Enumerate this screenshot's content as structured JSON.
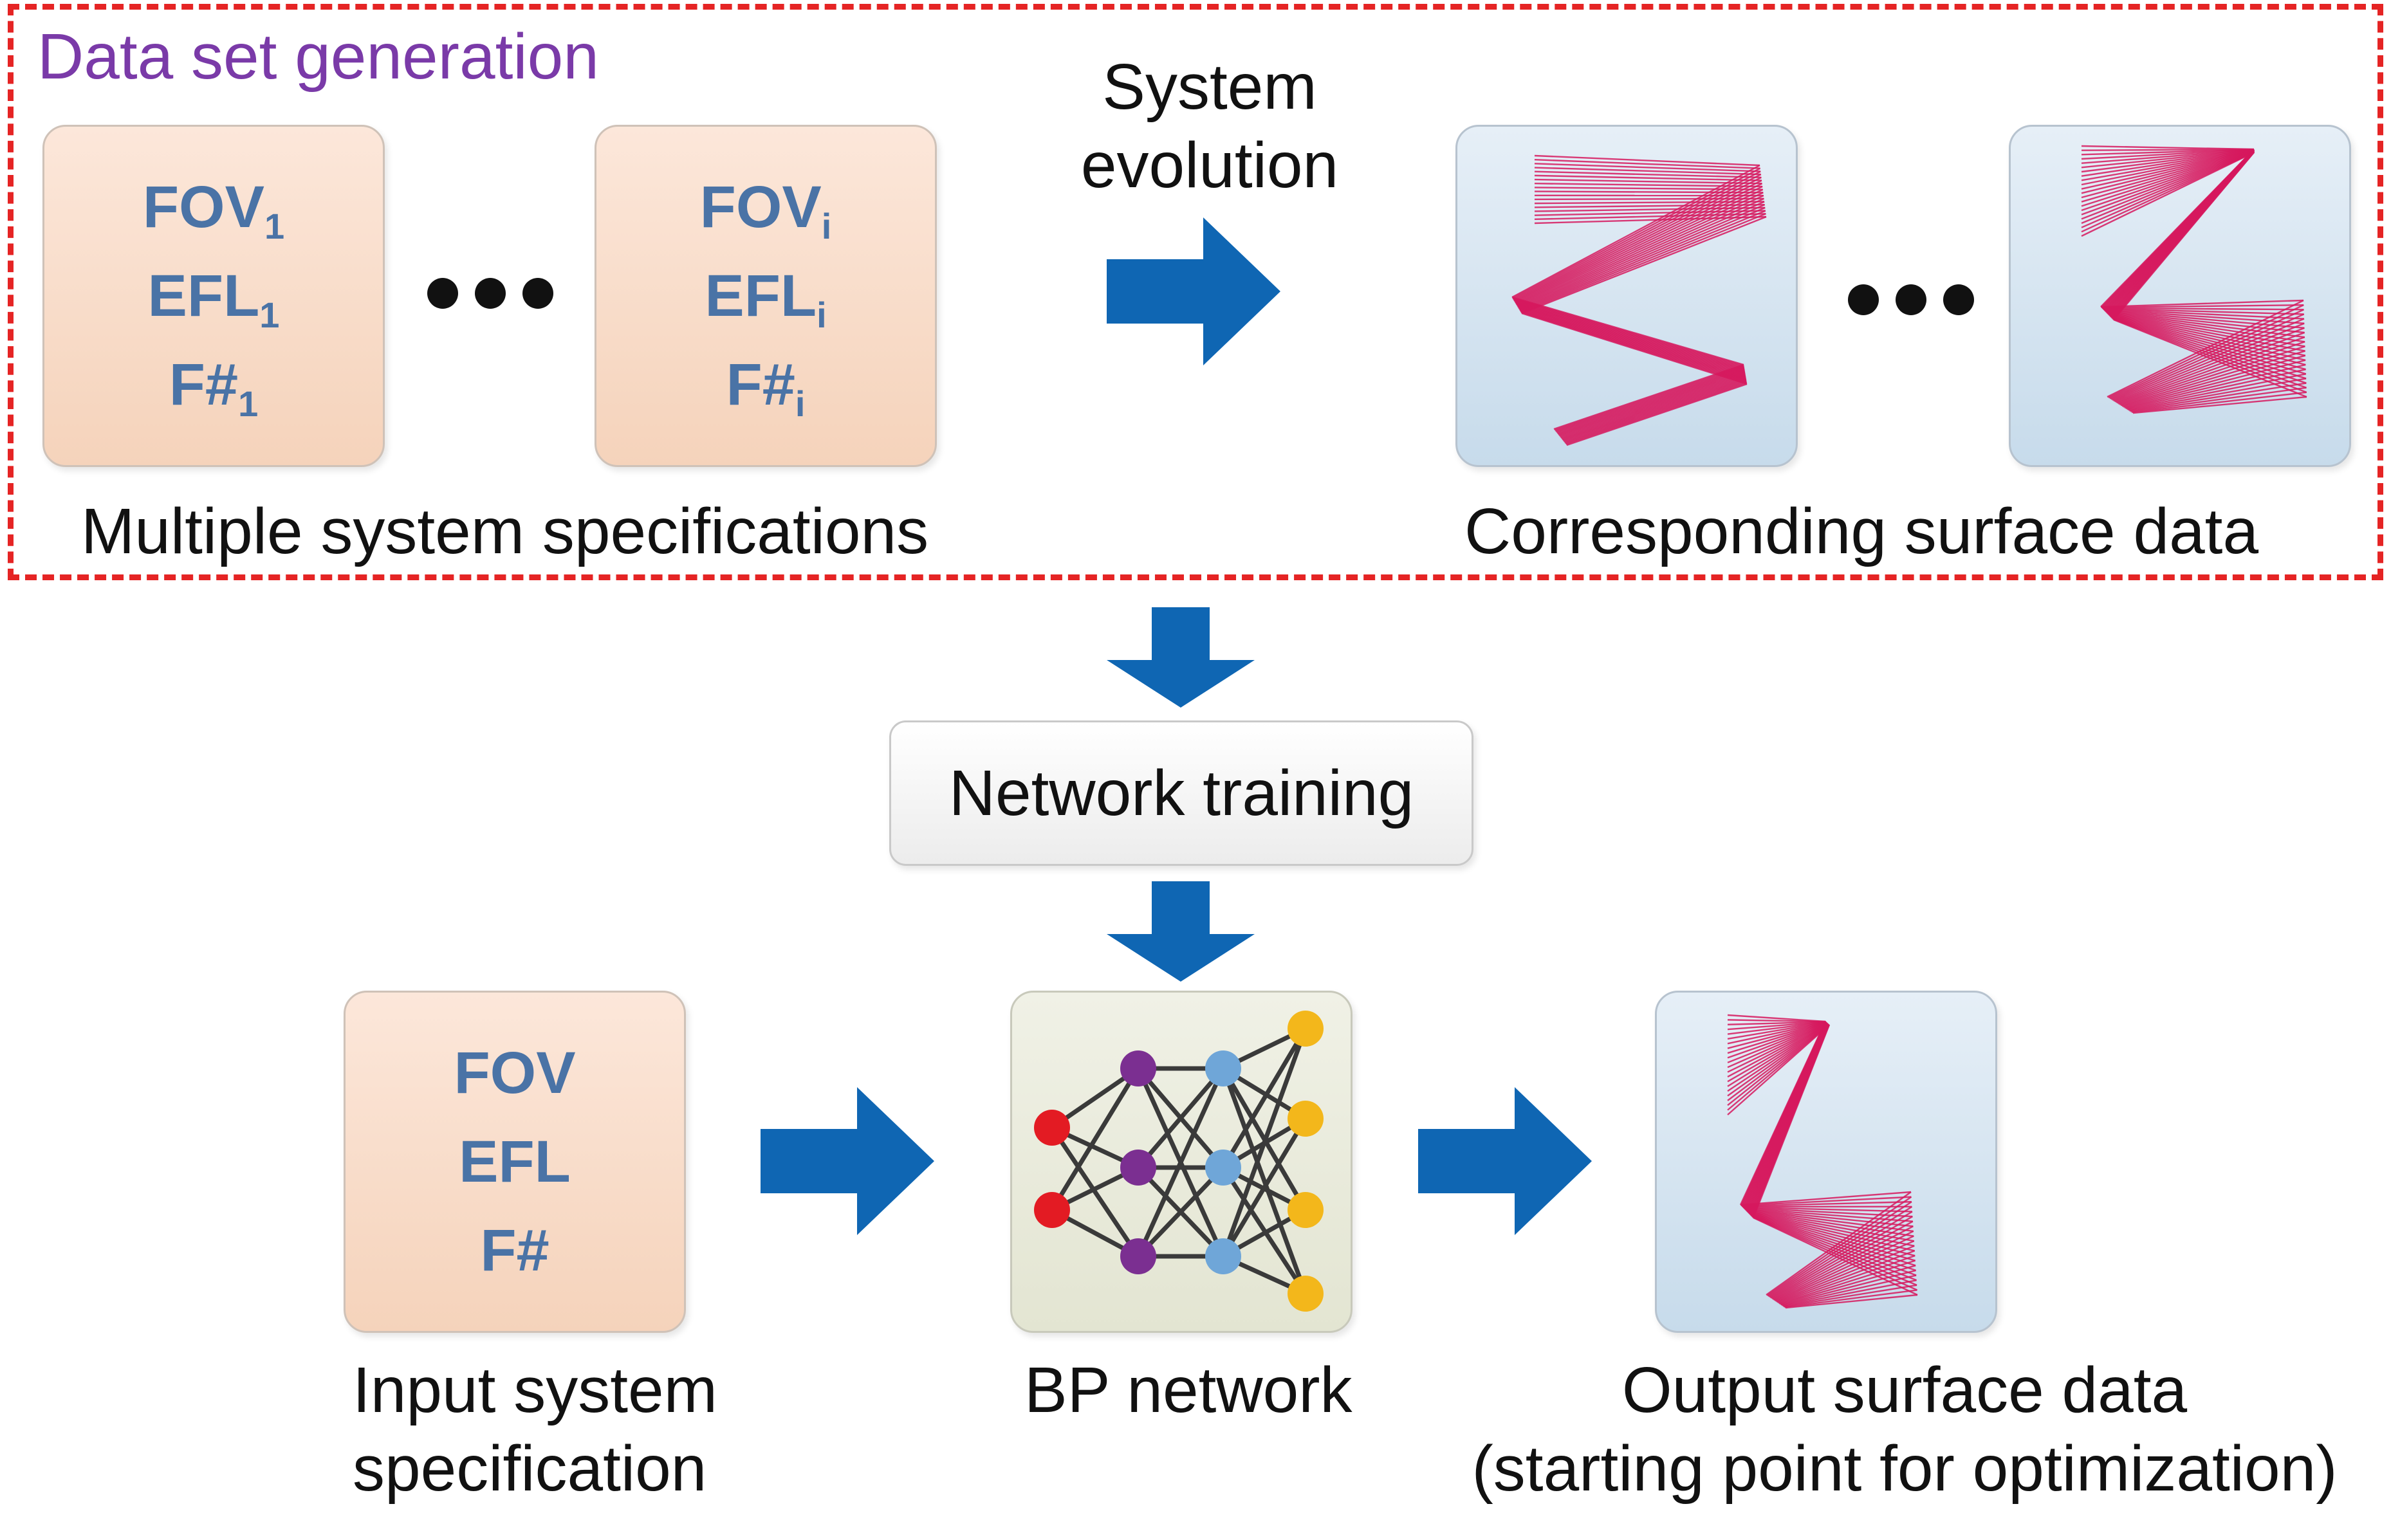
{
  "section": {
    "title": "Data set generation"
  },
  "spec_cards": [
    {
      "line1": "FOV",
      "sub1": "1",
      "line2": "EFL",
      "sub2": "1",
      "line3": "F#",
      "sub3": "1"
    },
    {
      "line1": "FOV",
      "sub1": "i",
      "line2": "EFL",
      "sub2": "i",
      "line3": "F#",
      "sub3": "i"
    }
  ],
  "arrow_label": {
    "line1": "System",
    "line2": "evolution"
  },
  "captions": {
    "specifications": "Multiple system specifications",
    "surface": "Corresponding surface data"
  },
  "training": {
    "label": "Network training"
  },
  "input_card": {
    "line1": "FOV",
    "line2": "EFL",
    "line3": "F#"
  },
  "bottom_captions": {
    "input_line1": "Input system",
    "input_line2": "specification",
    "network": "BP network",
    "output_line1": "Output surface data",
    "output_line2": "(starting point for optimization)"
  },
  "colors": {
    "dash": "#e52424",
    "title": "#7a3aa8",
    "spec_text": "#4a73a6",
    "arrow": "#0f66b3",
    "rays": "#d6195e",
    "node_red": "#e31b23",
    "node_purple": "#7b2f91",
    "node_blue": "#6fa6d8",
    "node_yellow": "#f3b71b"
  }
}
